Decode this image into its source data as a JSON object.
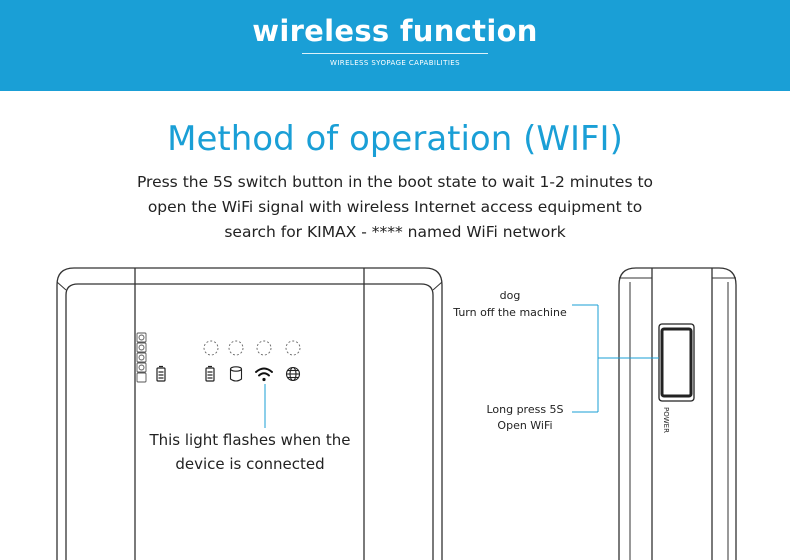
{
  "header": {
    "title": "wireless function",
    "subtitle": "WIRELESS SYOPAGE CAPABILITIES",
    "background_color": "#1a9fd6"
  },
  "main": {
    "title": "Method of operation (WIFI)",
    "description_lines": [
      "Press the 5S switch button in the boot state to wait 1-2 minutes to",
      "open the WiFi signal with wireless Internet access equipment to",
      "search for KIMAX - **** named WiFi network"
    ],
    "accent_color": "#1a9fd6"
  },
  "front_view": {
    "callout_lines": [
      "This light flashes when the",
      "device is connected"
    ],
    "indicator_icons": [
      "battery-icon",
      "battery-icon",
      "storage-icon",
      "wifi-icon",
      "globe-icon"
    ]
  },
  "side_view": {
    "short_press_lines": [
      "dog",
      "Turn off the machine"
    ],
    "long_press_lines": [
      "Long press 5S",
      "Open WiFi"
    ],
    "button_label": "POWER"
  }
}
